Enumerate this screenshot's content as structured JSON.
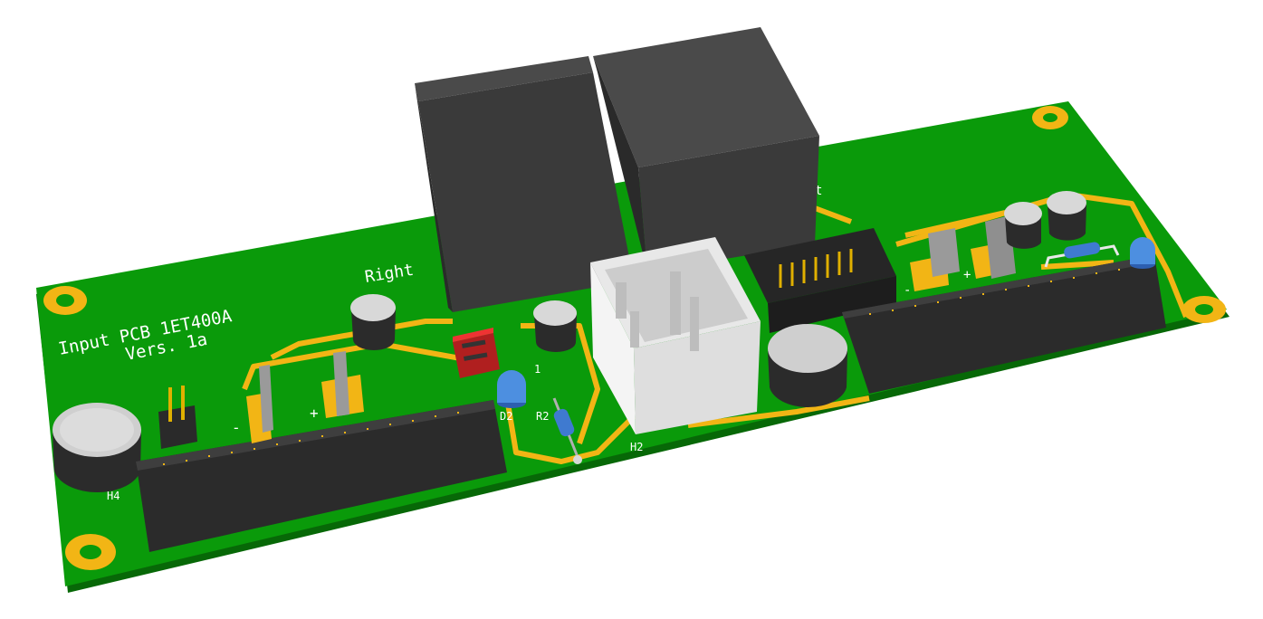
{
  "pcb": {
    "silkscreen": {
      "title_line1": "Input PCB 1ET400A",
      "title_line2": "Vers. 1a",
      "right_label": "Right",
      "labels": {
        "d2": "D2",
        "r2": "R2",
        "h2": "H2",
        "h4": "H4",
        "j1": "1",
        "minus_left": "-",
        "plus_left": "+",
        "minus_right": "-",
        "plus_right": "+",
        "right_partial": "t",
        "pin_1": "1"
      }
    },
    "colors": {
      "board": "#0a9a0a",
      "board_edge": "#087408",
      "copper": "#f2b515",
      "relay": "#3a3a3a",
      "header_block": "#2e2e2e",
      "connector": "#f0f0f0",
      "dip_switch": "#d92b2b",
      "led": "#4d8fe0"
    }
  }
}
